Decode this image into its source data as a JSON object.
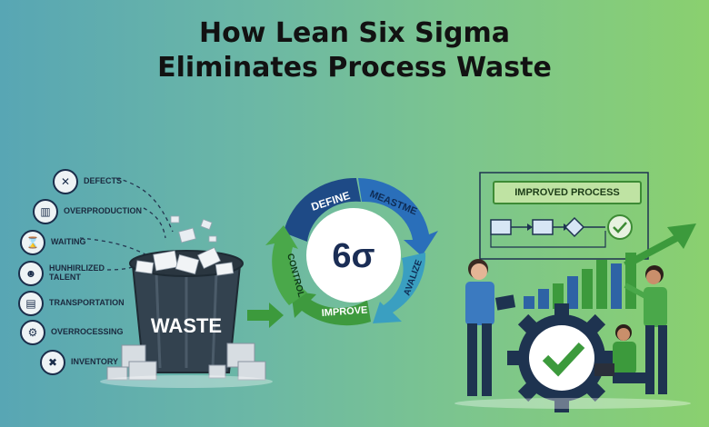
{
  "title": {
    "line1": "How Lean Six Sigma",
    "line2": "Eliminates Process Waste"
  },
  "wastes": [
    {
      "label": "DEFECTS",
      "icon": "x-icon",
      "glyph": "✕"
    },
    {
      "label": "OVERPRODUCTION",
      "icon": "factory-icon",
      "glyph": "▥"
    },
    {
      "label": "WAITING",
      "icon": "hourglass-icon",
      "glyph": "⌛"
    },
    {
      "label": "HUNHIRLIZED\nTALENT",
      "icon": "person-icon",
      "glyph": "☻"
    },
    {
      "label": "TRANSPORTATION",
      "icon": "truck-icon",
      "glyph": "▤"
    },
    {
      "label": "OVERROCESSING",
      "icon": "gears-icon",
      "glyph": "⚙"
    },
    {
      "label": "INVENTORY",
      "icon": "tools-icon",
      "glyph": "✖"
    }
  ],
  "bin_label": "WASTE",
  "cycle": {
    "center": "6σ",
    "define": "DEFINE",
    "measure": "MEASTME",
    "analyze": "AVALIZE",
    "improve": "IMPROVE",
    "control": "CONTROL",
    "colors": {
      "define": "#1e4a86",
      "measure": "#2a6fba",
      "analyze": "#3a9fc1",
      "improve": "#3e9a3e",
      "control": "#4aa84a"
    }
  },
  "improved_process": "IMPROVED PROCESS",
  "colors": {
    "navy": "#1a2d4a",
    "green": "#3d8b35",
    "blue": "#2e63a5"
  }
}
